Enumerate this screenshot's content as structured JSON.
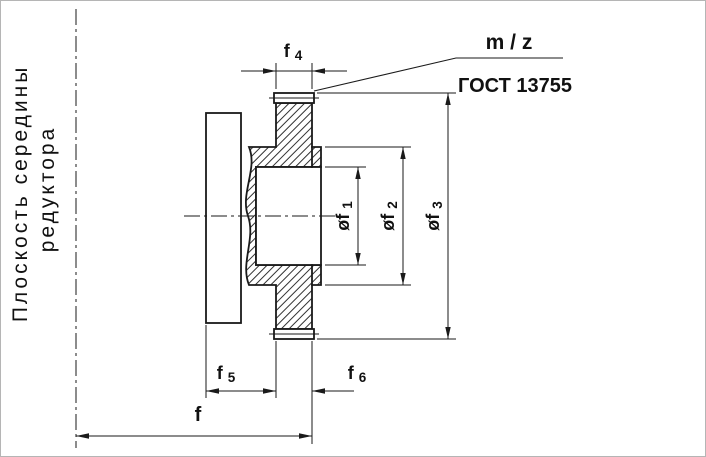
{
  "plane_label": {
    "line1": "Плоскость середины",
    "line2": "редуктора"
  },
  "callout": {
    "module_over_teeth": "m / z",
    "standard": "ГОСТ 13755"
  },
  "dimensions": {
    "rim_width": {
      "base": "f",
      "sub": "4"
    },
    "bore_diameter": {
      "base": "øf",
      "sub": "1"
    },
    "hub_diameter": {
      "base": "øf",
      "sub": "2"
    },
    "outer_diameter": {
      "base": "øf",
      "sub": "3"
    },
    "offset_left": {
      "base": "f",
      "sub": "5"
    },
    "offset_right": {
      "base": "f",
      "sub": "6"
    },
    "total_length": {
      "base": "f"
    }
  },
  "colors": {
    "line": "#1a1a1a",
    "background": "#ffffff"
  }
}
